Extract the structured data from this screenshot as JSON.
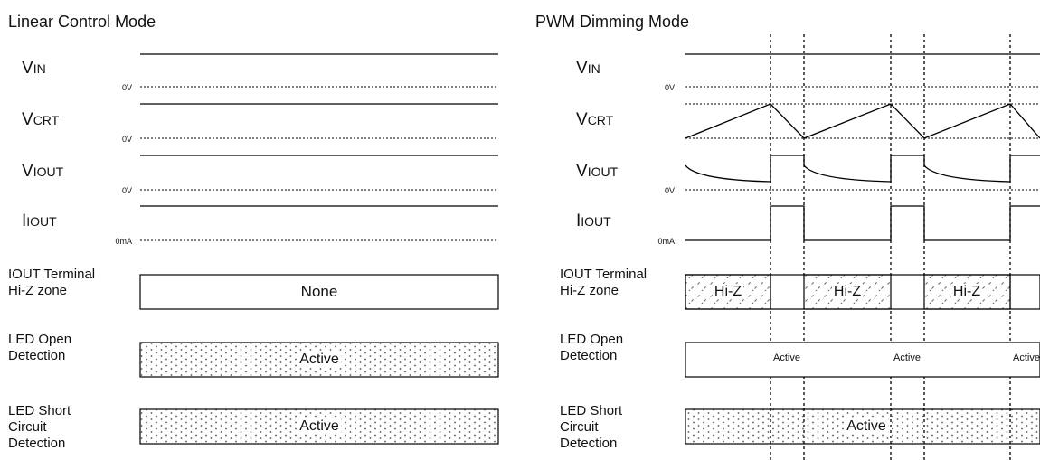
{
  "left_panel": {
    "title": "Linear Control Mode",
    "signals": [
      {
        "main": "V",
        "sub": "IN",
        "zero": "0V"
      },
      {
        "main": "V",
        "sub": "CRT",
        "zero": "0V"
      },
      {
        "main": "V",
        "sub": "IOUT",
        "zero": "0V"
      },
      {
        "main": "I",
        "sub": "IOUT",
        "zero": "0mA"
      }
    ],
    "rows": [
      {
        "label_line1": "IOUT Terminal",
        "label_line2": "Hi-Z zone",
        "label_line3": "",
        "value": "None"
      },
      {
        "label_line1": "LED Open",
        "label_line2": "Detection",
        "label_line3": "",
        "value": "Active"
      },
      {
        "label_line1": "LED Short",
        "label_line2": "Circuit",
        "label_line3": "Detection",
        "value": "Active"
      }
    ]
  },
  "right_panel": {
    "title": "PWM Dimming Mode",
    "signals": [
      {
        "main": "V",
        "sub": "IN",
        "zero": "0V"
      },
      {
        "main": "V",
        "sub": "CRT",
        "zero": ""
      },
      {
        "main": "V",
        "sub": "IOUT",
        "zero": "0V"
      },
      {
        "main": "I",
        "sub": "IOUT",
        "zero": "0mA"
      }
    ],
    "rows": [
      {
        "label_line1": "IOUT Terminal",
        "label_line2": "Hi-Z zone",
        "label_line3": "",
        "value": "Hi-Z"
      },
      {
        "label_line1": "LED Open",
        "label_line2": "Detection",
        "label_line3": "",
        "value": "Active"
      },
      {
        "label_line1": "LED Short",
        "label_line2": "Circuit",
        "label_line3": "Detection",
        "value": "Active"
      }
    ]
  }
}
